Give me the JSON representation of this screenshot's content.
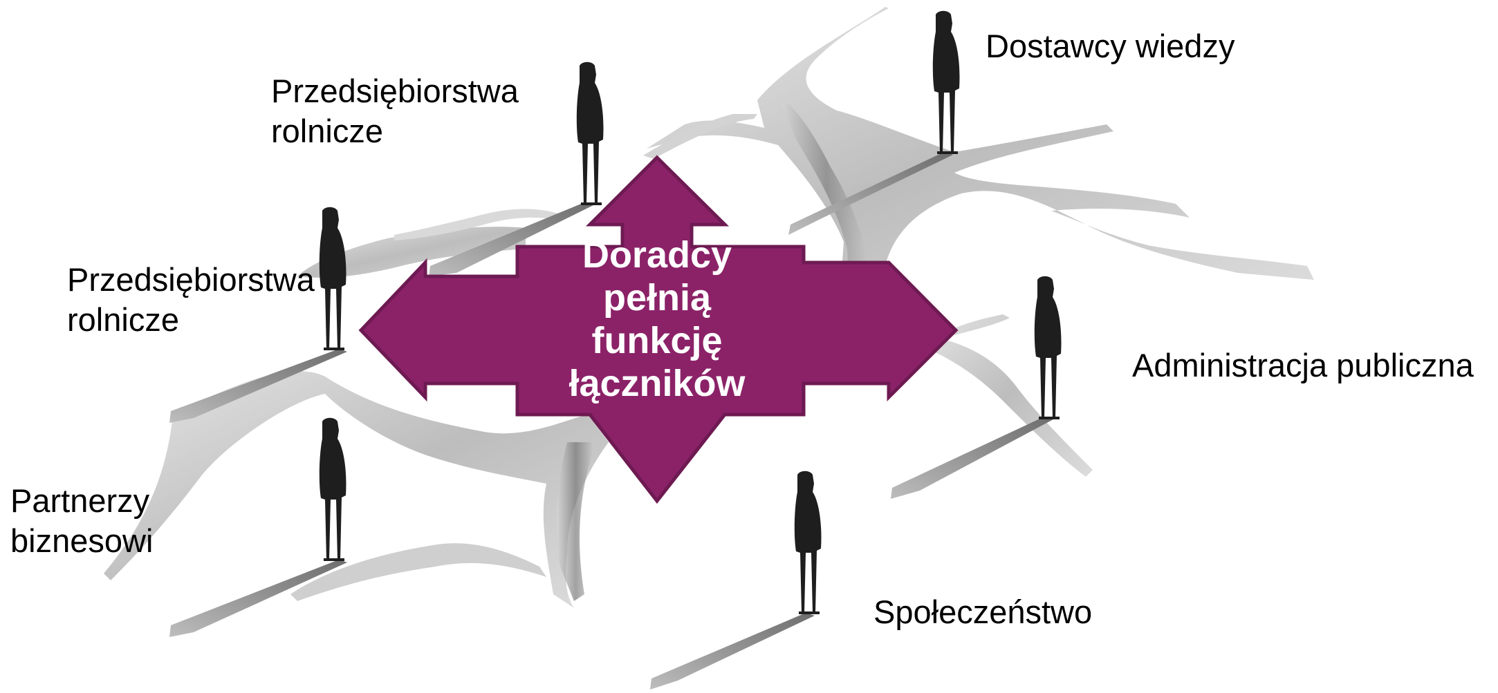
{
  "center": {
    "lines": [
      "Doradcy",
      "pełnią",
      "funkcję",
      "łączników"
    ],
    "fill_color": "#8b2268",
    "stroke_color": "#6e1a52",
    "text_color": "#ffffff"
  },
  "stakeholders": [
    {
      "id": "farm-top",
      "lines": [
        "Przedsiębiorstwa",
        "rolnicze"
      ]
    },
    {
      "id": "farm-mid",
      "lines": [
        "Przedsiębiorstwa",
        "rolnicze"
      ]
    },
    {
      "id": "partners",
      "lines": [
        "Partnerzy",
        "biznesowi"
      ]
    },
    {
      "id": "knowledge",
      "lines": [
        "Dostawcy wiedzy"
      ]
    },
    {
      "id": "admin",
      "lines": [
        "Administracja publiczna"
      ]
    },
    {
      "id": "society",
      "lines": [
        "Społeczeństwo"
      ]
    }
  ],
  "colors": {
    "figure": "#1e1e1e",
    "shadow": "#8a8a8a",
    "crack_light": "#dedede",
    "crack_mid": "#b9b9b9",
    "crack_dark": "#6f6f6f"
  },
  "icons": {
    "person": "person-silhouette-icon",
    "arrow": "four-way-arrow"
  }
}
